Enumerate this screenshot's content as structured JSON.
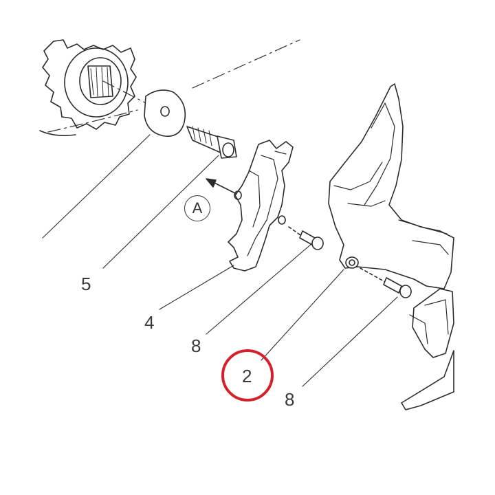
{
  "diagram": {
    "reference_marker": "A",
    "callouts": [
      {
        "id": "5",
        "label": "5"
      },
      {
        "id": "4",
        "label": "4"
      },
      {
        "id": "8a",
        "label": "8"
      },
      {
        "id": "2",
        "label": "2"
      },
      {
        "id": "8b",
        "label": "8"
      }
    ],
    "highlighted_callout": "2",
    "colors": {
      "line": "#2b2b2b",
      "highlight": "#d4202b"
    }
  }
}
